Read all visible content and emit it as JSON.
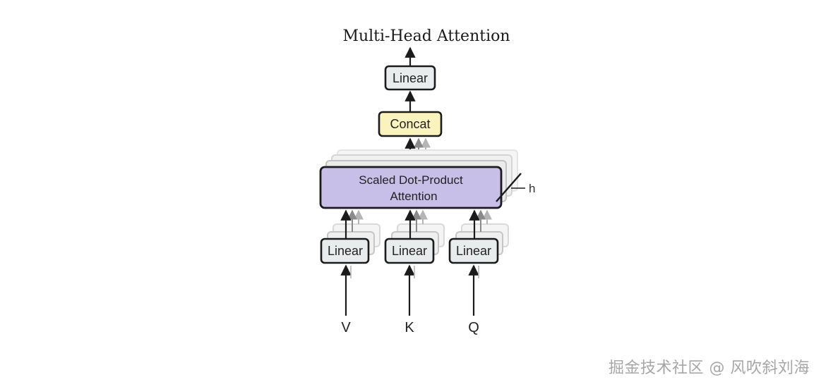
{
  "diagram": {
    "title": "Multi-Head Attention",
    "output_linear": "Linear",
    "concat": "Concat",
    "attention_line1": "Scaled Dot-Product",
    "attention_line2": "Attention",
    "head_count": "h",
    "input_linears": [
      "Linear",
      "Linear",
      "Linear"
    ],
    "inputs": [
      "V",
      "K",
      "Q"
    ]
  },
  "colors": {
    "linear_fill": "#e9ecec",
    "concat_fill": "#fbf3bd",
    "attention_fill": "#c8bfe8",
    "stroke": "#1b1b1b"
  },
  "watermark": "掘金技术社区 @ 风吹斜刘海"
}
